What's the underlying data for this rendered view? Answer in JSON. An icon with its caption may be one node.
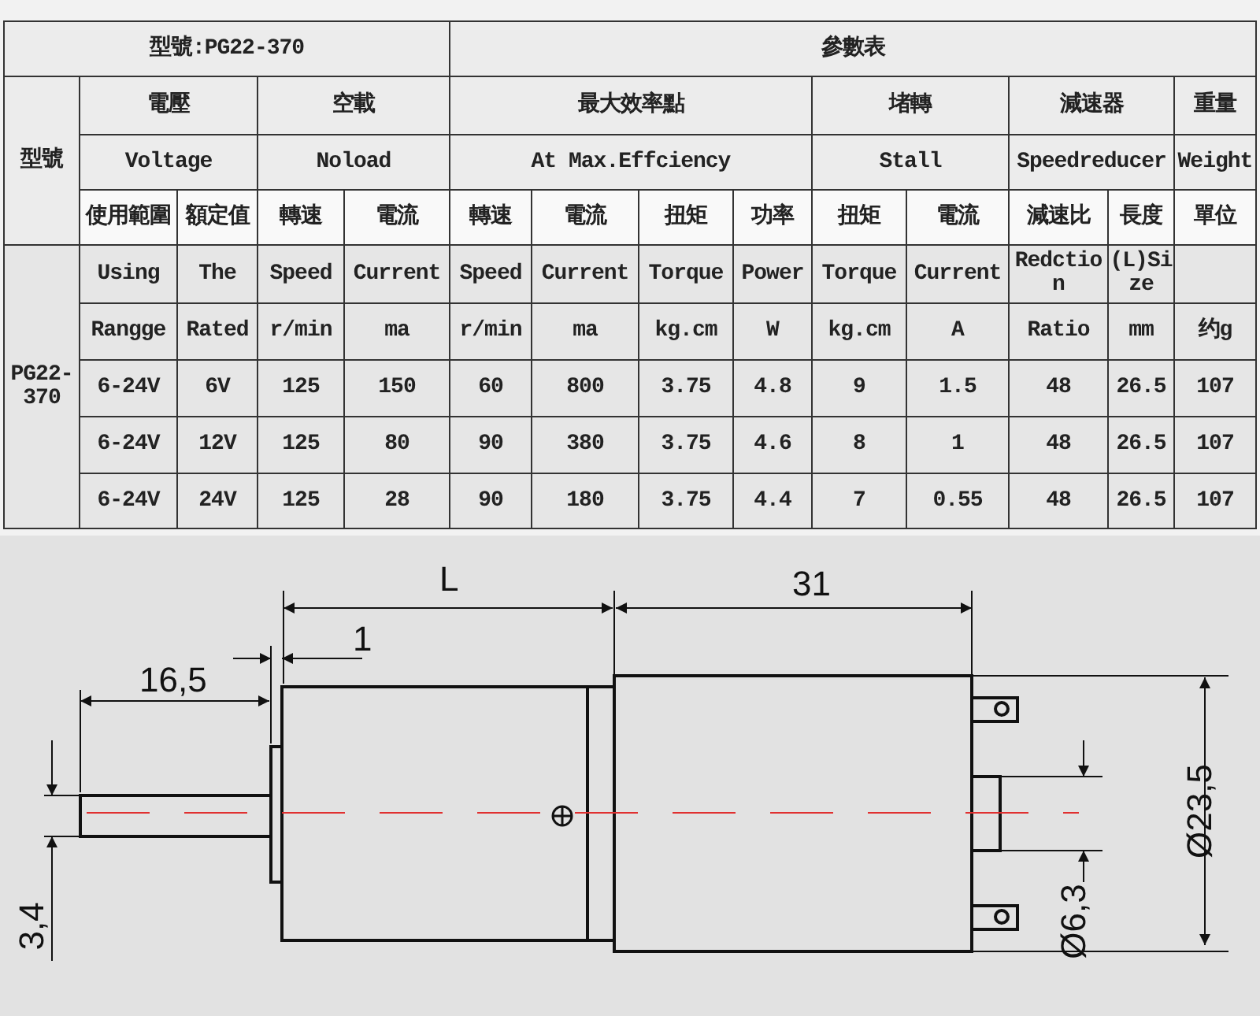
{
  "diagram": {
    "labels": [
      "型號:PG22-370",
      "參數表",
      "型號",
      "電壓",
      "空載",
      "最大效率點",
      "堵轉",
      "減速器",
      "重量",
      "Voltage",
      "Noload",
      "At Max.Effciency",
      "Stall",
      "Speedreducer",
      "Weight",
      "使用範圍",
      "額定值",
      "轉速",
      "電流",
      "轉速",
      "電流",
      "扭矩",
      "功率",
      "扭矩",
      "電流",
      "減速比",
      "長度",
      "單位",
      "PG22-370",
      "Using",
      "The",
      "Speed",
      "Current",
      "Speed",
      "Current",
      "Torque",
      "Power",
      "Torque",
      "Current",
      "Redction",
      "(L)Size",
      "Rangge",
      "Rated",
      "r/min",
      "ma",
      "r/min",
      "ma",
      "kg.cm",
      "W",
      "kg.cm",
      "A",
      "Ratio",
      "mm",
      "约g",
      "6-24V",
      "6V",
      "125",
      "150",
      "60",
      "800",
      "3.75",
      "4.8",
      "9",
      "1.5",
      "48",
      "26.5",
      "107",
      "6-24V",
      "12V",
      "125",
      "80",
      "90",
      "380",
      "3.75",
      "4.6",
      "8",
      "1",
      "48",
      "26.5",
      "107",
      "6-24V",
      "24V",
      "125",
      "28",
      "90",
      "180",
      "3.75",
      "4.4",
      "7",
      "0.55",
      "48",
      "26.5",
      "107",
      "L",
      "31",
      "1",
      "16,5",
      "3,4",
      "Ø23,5",
      "Ø6,3"
    ]
  }
}
